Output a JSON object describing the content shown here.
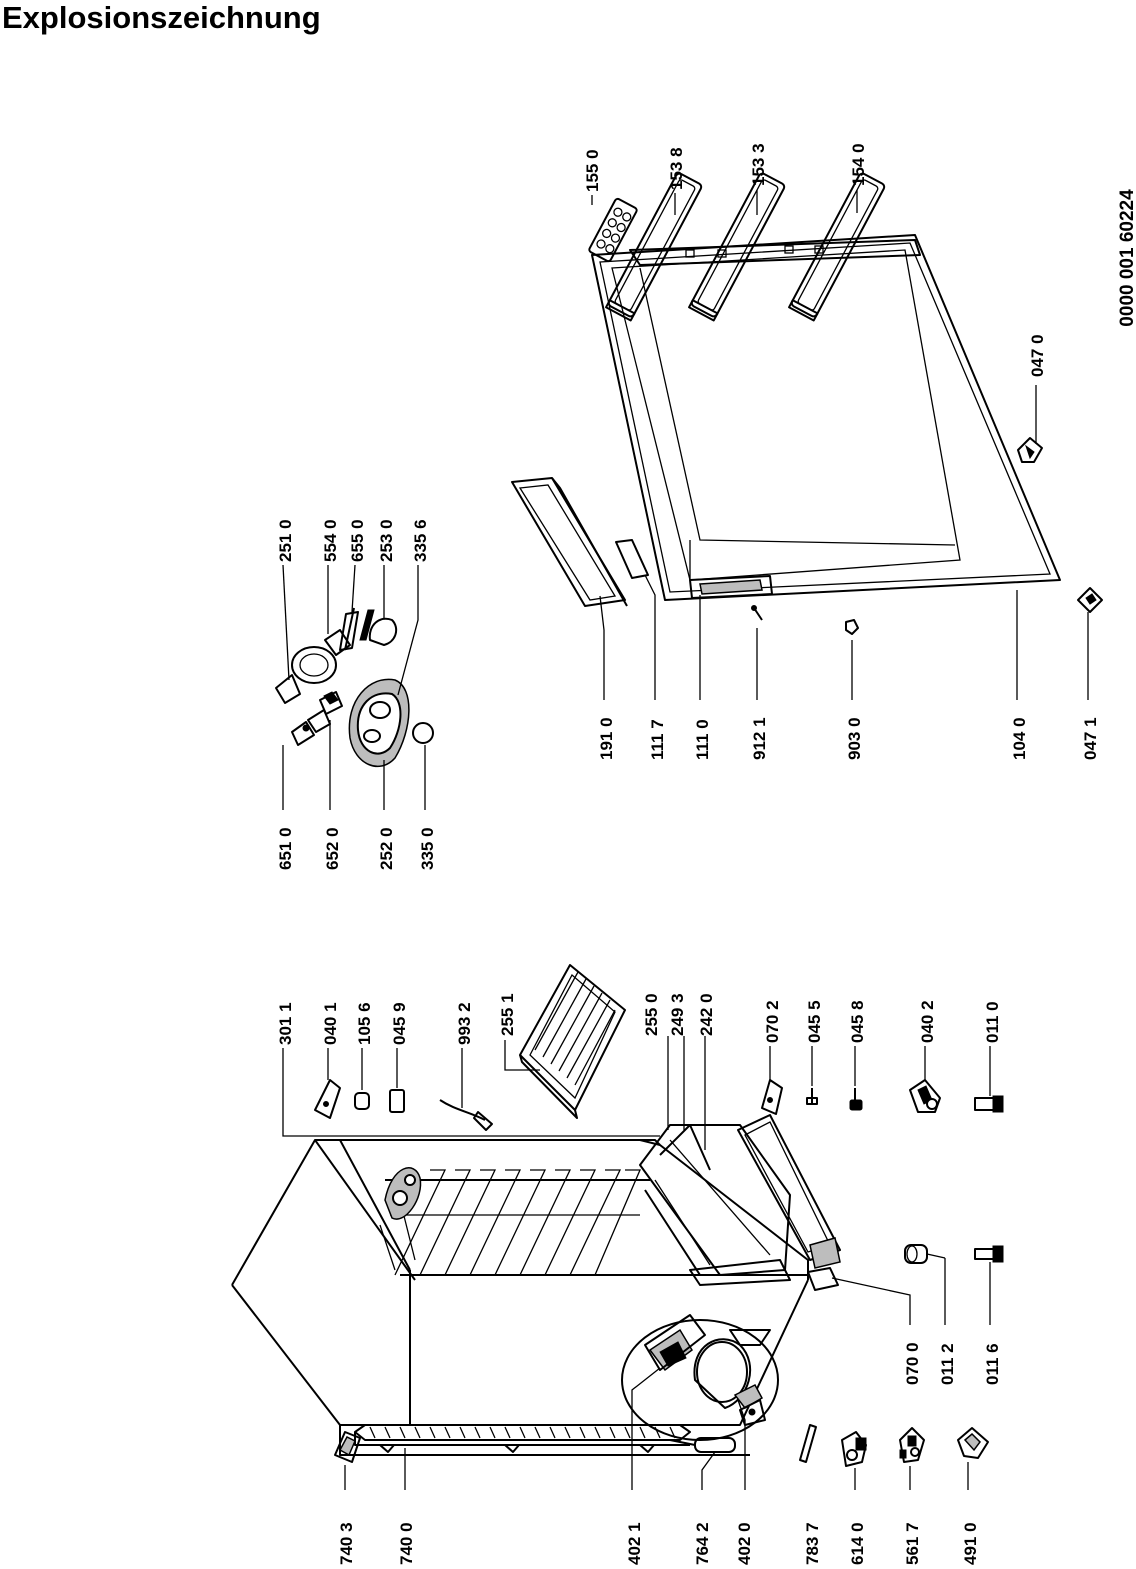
{
  "title": "Explosionszeichnung",
  "document_number": "0000 001 60224",
  "labels": {
    "l3011": "301  1",
    "l0401": "040 1",
    "l1056": "105 6",
    "l0459": "045 9",
    "l9932": "993 2",
    "l2551": "255 1",
    "l2550": "255 0",
    "l2493": "249 3",
    "l2420": "242 0",
    "l0702": "070 2",
    "l0455": "045 5",
    "l0458": "045 8",
    "l0402": "040 2",
    "l0110": "011 0",
    "l2510": "251 0",
    "l5540": "554 0",
    "l6550": "655 0",
    "l2530": "253 0",
    "l3356": "335 6",
    "l6510": "651 0",
    "l6520": "652 0",
    "l2520": "252 0",
    "l3350": "335 0",
    "l1550": "155 0",
    "l1538": "153 8",
    "l1533": "153 3",
    "l1540": "154 0",
    "l0470": "047 0",
    "l1910": "191 0",
    "l1117": "111 7",
    "l1110": "111 0",
    "l9121": "912 1",
    "l9030": "903 0",
    "l1040": "104 0",
    "l0471": "047 1",
    "l0700": "070 0",
    "l0112": "011 2",
    "l0116": "011 6",
    "l7403": "740 3",
    "l7400": "740 0",
    "l4021": "402 1",
    "l7642": "764 2",
    "l4020": "402 0",
    "l7837": "783 7",
    "l6140": "614 0",
    "l5617": "561 7",
    "l4910": "491 0"
  }
}
